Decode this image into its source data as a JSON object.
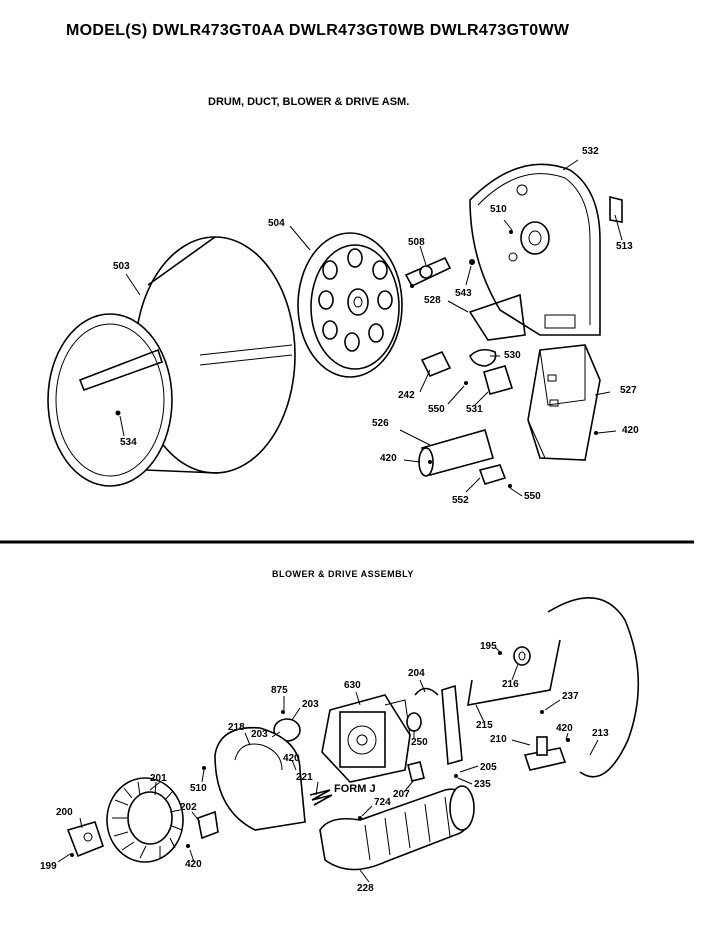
{
  "header": {
    "models": "MODEL(S) DWLR473GT0AA  DWLR473GT0WB  DWLR473GT0WW"
  },
  "section1": {
    "title": "DRUM, DUCT, BLOWER & DRIVE ASM.",
    "parts": {
      "p532": "532",
      "p504": "504",
      "p508": "508",
      "p510": "510",
      "p513": "513",
      "p503": "503",
      "p543": "543",
      "p528": "528",
      "p530": "530",
      "p527": "527",
      "p242": "242",
      "p550a": "550",
      "p531": "531",
      "p534": "534",
      "p420a": "420",
      "p526": "526",
      "p420b": "420",
      "p552": "552",
      "p550b": "550"
    }
  },
  "section2": {
    "title": "BLOWER & DRIVE ASSEMBLY",
    "form_label": "FORM J",
    "parts": {
      "p195": "195",
      "p216": "216",
      "p204": "204",
      "p237": "237",
      "p875": "875",
      "p203a": "203",
      "p630": "630",
      "p218": "218",
      "p203b": "203",
      "p215": "215",
      "p420a": "420",
      "p210": "210",
      "p213": "213",
      "p250": "250",
      "p420b": "420",
      "p201": "201",
      "p510": "510",
      "p221": "221",
      "p205": "205",
      "p235": "235",
      "p207": "207",
      "p724": "724",
      "p200": "200",
      "p202": "202",
      "p199": "199",
      "p420c": "420",
      "p228": "228"
    }
  }
}
